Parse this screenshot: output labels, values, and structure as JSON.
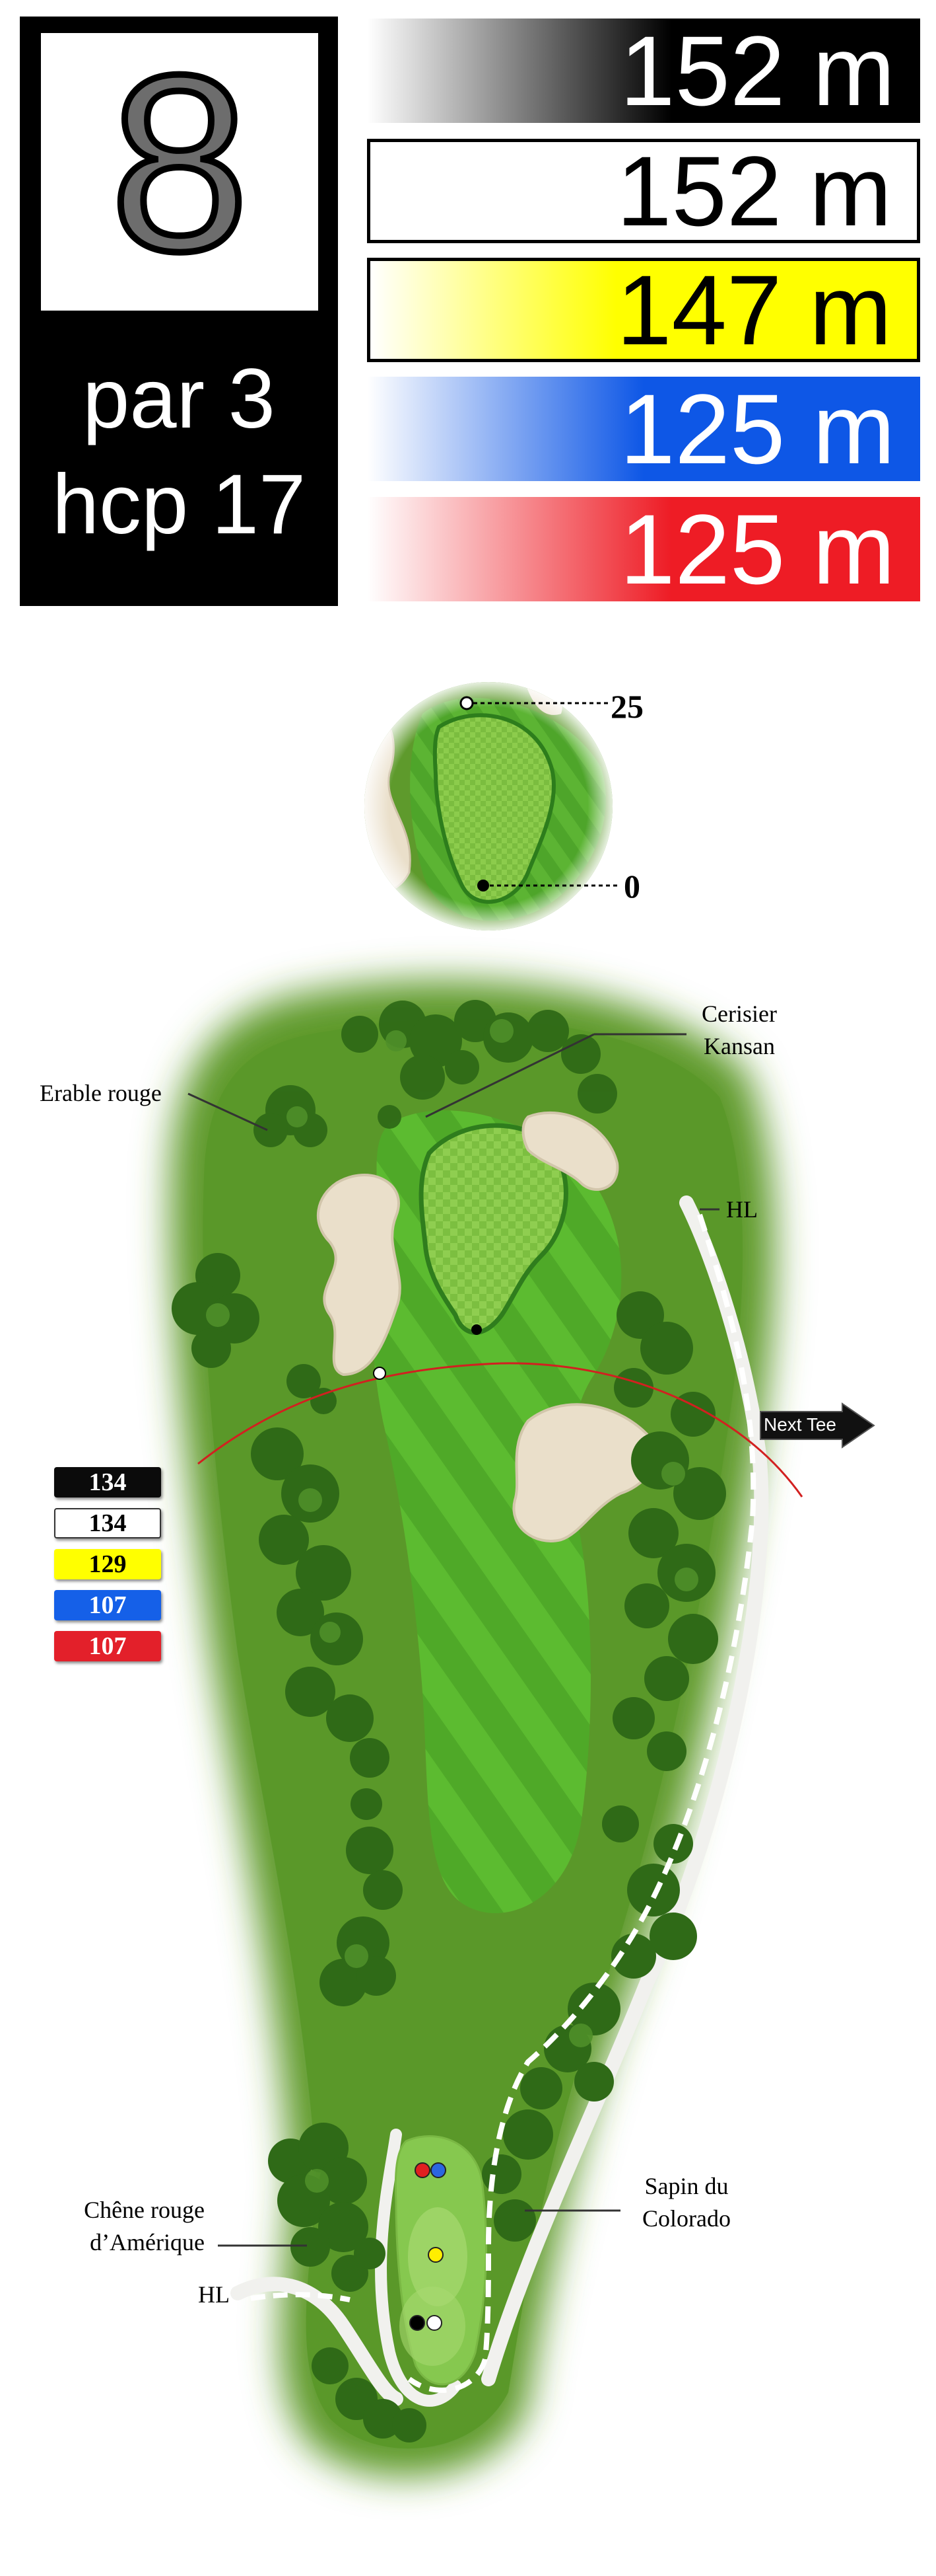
{
  "hole": {
    "number": "8",
    "par_label": "par 3",
    "hcp_label": "hcp 17"
  },
  "tee_distances": [
    {
      "tee": "black",
      "label": "152 m",
      "color": "#000000"
    },
    {
      "tee": "white",
      "label": "152 m",
      "color": "#ffffff"
    },
    {
      "tee": "yellow",
      "label": "147 m",
      "color": "#ffff00"
    },
    {
      "tee": "blue",
      "label": "125 m",
      "color": "#0e57e6"
    },
    {
      "tee": "red",
      "label": "125 m",
      "color": "#ee1c25"
    }
  ],
  "green_detail": {
    "depth_back": "25",
    "depth_front": "0"
  },
  "landmarks": {
    "cerisier": [
      "Cerisier",
      "Kansan"
    ],
    "erable": "Erable rouge",
    "hl_right": "HL",
    "hl_left": "HL",
    "chene": [
      "Chêne rouge",
      "d’Amérique"
    ],
    "sapin": [
      "Sapin du",
      "Colorado"
    ],
    "next_tee": "Next Tee"
  },
  "carry_distances": [
    {
      "tee": "black",
      "label": "134"
    },
    {
      "tee": "white",
      "label": "134"
    },
    {
      "tee": "yellow",
      "label": "129"
    },
    {
      "tee": "blue",
      "label": "107"
    },
    {
      "tee": "red",
      "label": "107"
    }
  ],
  "colors": {
    "rough": "#5e9a2c",
    "fairway": "#57c02f",
    "green": "#86c44a",
    "bunker": "#eadfca",
    "tree": "#2f6a17",
    "carry_arc": "#d22020"
  }
}
